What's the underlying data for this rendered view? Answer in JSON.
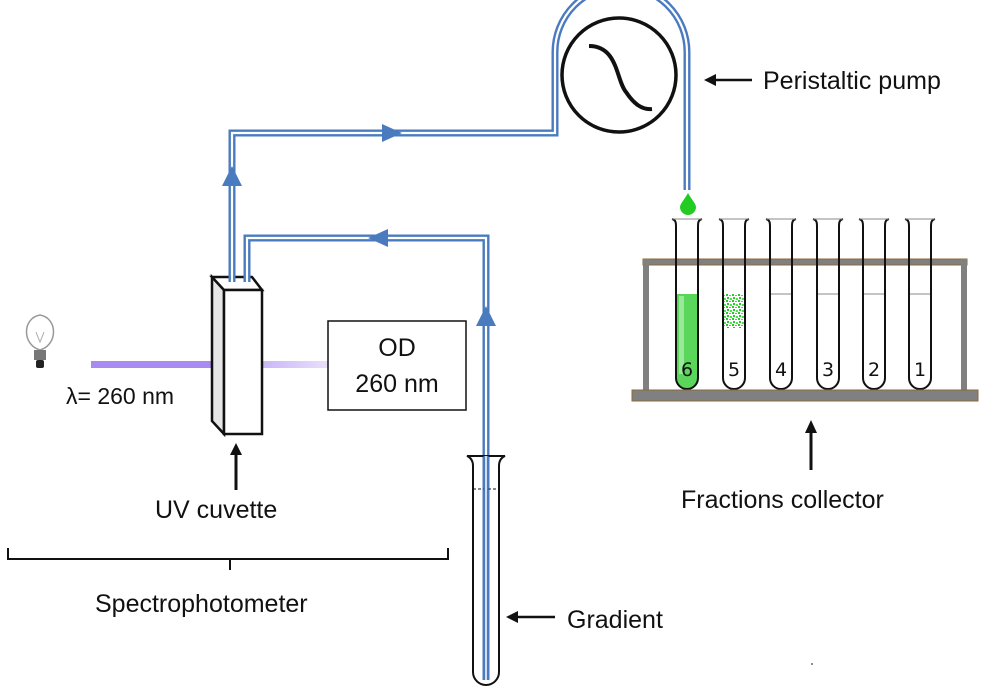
{
  "labels": {
    "peristaltic_pump": "Peristaltic pump",
    "uv_cuvette": "UV cuvette",
    "spectrophotometer": "Spectrophotometer",
    "gradient": "Gradient",
    "fractions_collector": "Fractions collector",
    "wavelength": "λ= 260 nm",
    "od_line1": "OD",
    "od_line2": "260 nm"
  },
  "tubes": [
    {
      "number": "6",
      "fill": "full-green"
    },
    {
      "number": "5",
      "fill": "speckled-green"
    },
    {
      "number": "4",
      "fill": "empty"
    },
    {
      "number": "3",
      "fill": "empty"
    },
    {
      "number": "2",
      "fill": "empty"
    },
    {
      "number": "1",
      "fill": "empty"
    }
  ],
  "colors": {
    "tubing": "#4a7bbf",
    "fraction_green": "#22cc22",
    "light_beam": "#a78bfa",
    "rack": "#808080"
  }
}
